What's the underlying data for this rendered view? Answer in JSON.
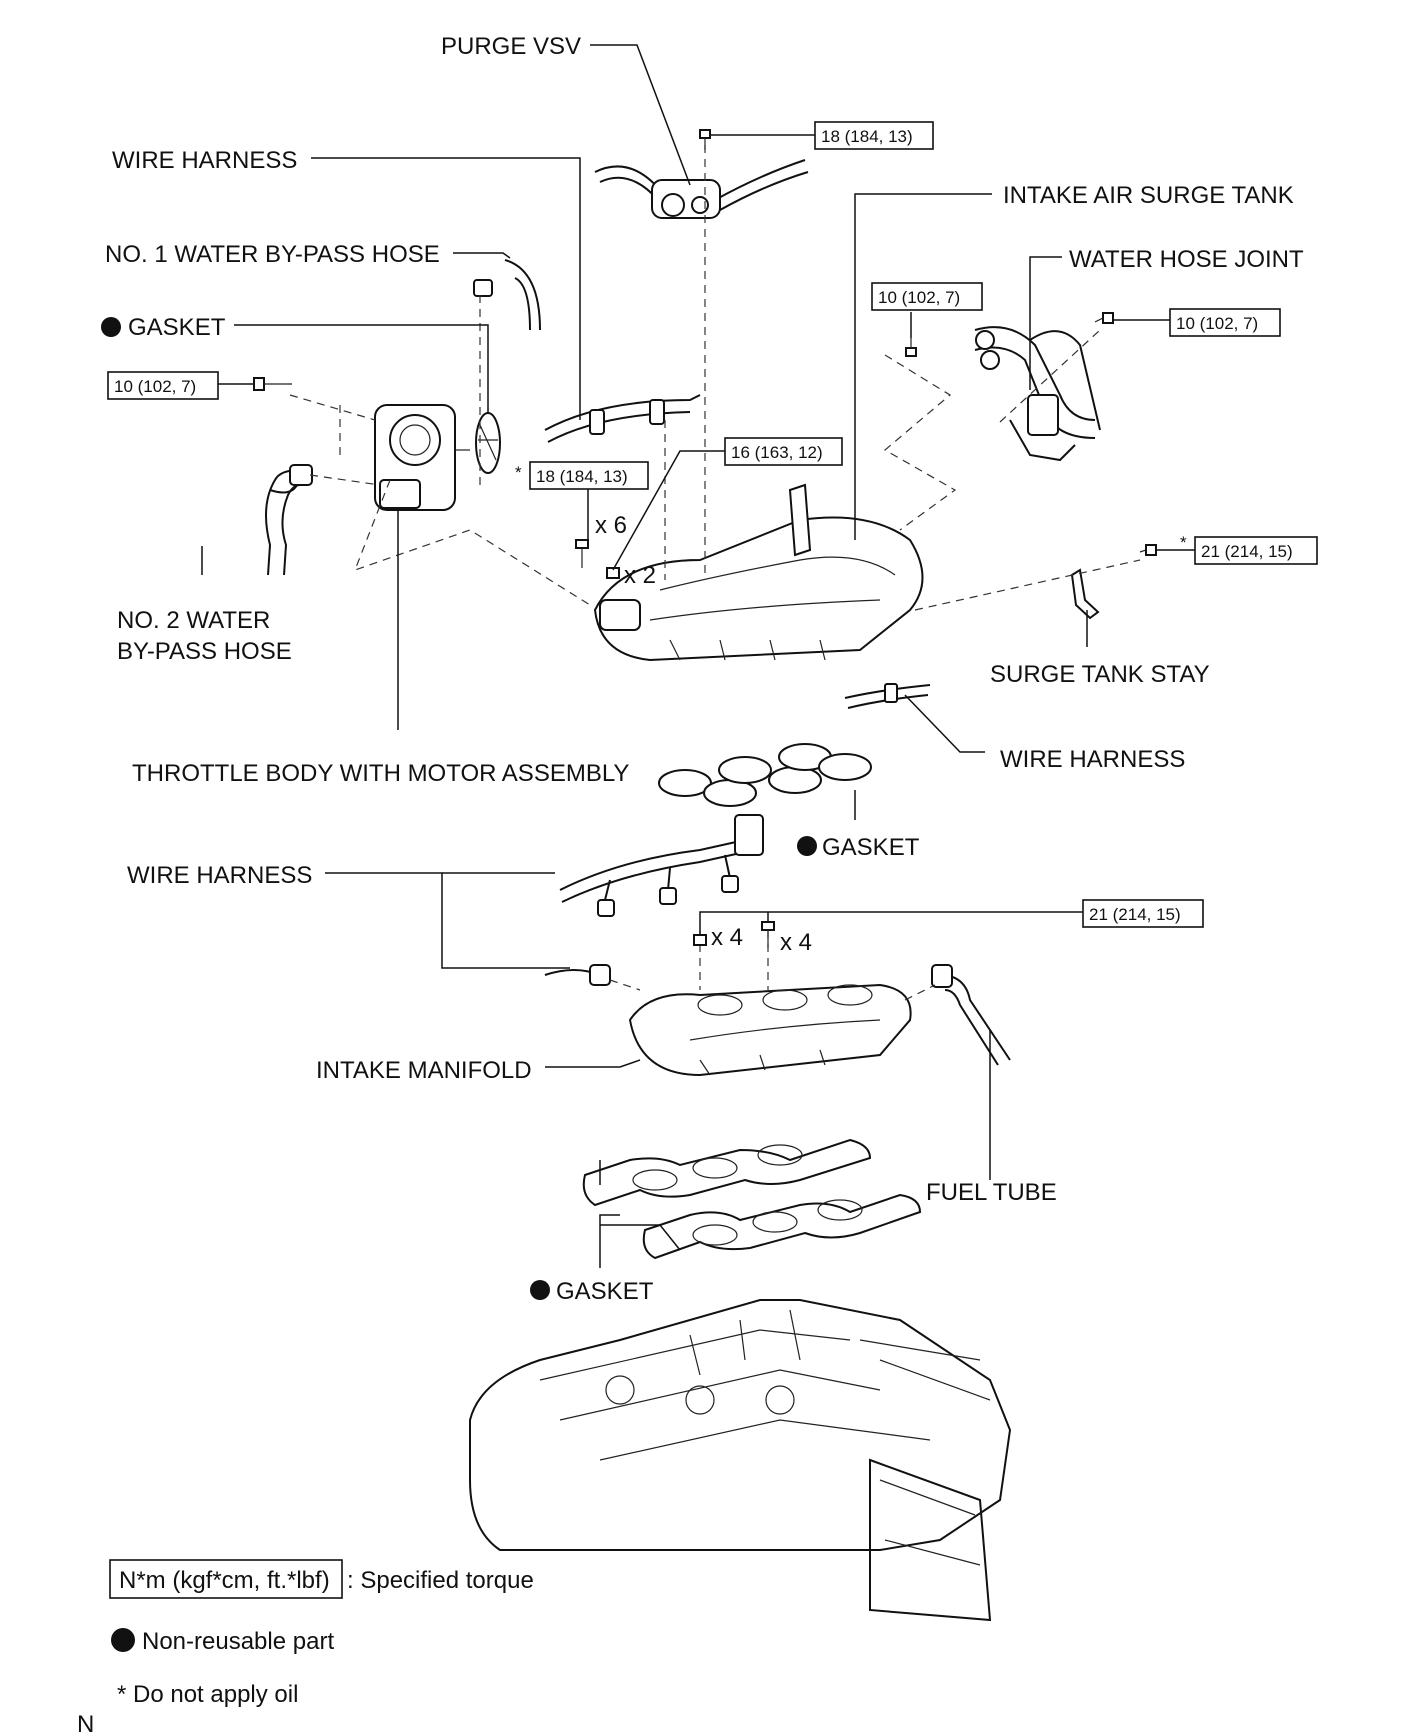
{
  "labels": {
    "purge_vsv": "PURGE VSV",
    "wire_harness_top": "WIRE HARNESS",
    "intake_air_surge_tank": "INTAKE AIR SURGE TANK",
    "water_hose_joint": "WATER HOSE JOINT",
    "no1_water_bypass_hose": "NO. 1 WATER BY-PASS HOSE",
    "gasket_throttle": "GASKET",
    "no2_water_line1": "NO. 2 WATER",
    "no2_water_line2": "BY-PASS HOSE",
    "surge_tank_stay": "SURGE TANK STAY",
    "wire_harness_right": "WIRE HARNESS",
    "throttle_body": "THROTTLE BODY WITH MOTOR ASSEMBLY",
    "gasket_surge": "GASKET",
    "wire_harness_mid": "WIRE HARNESS",
    "intake_manifold": "INTAKE MANIFOLD",
    "fuel_tube": "FUEL TUBE",
    "gasket_bottom": "GASKET"
  },
  "torques": {
    "purge_vsv": "18 (184, 13)",
    "water_joint_left": "10 (102, 7)",
    "water_joint_right": "10 (102, 7)",
    "throttle_bolt": "10 (102, 7)",
    "surge_center": "16 (163, 12)",
    "surge_bolts": "18 (184, 13)",
    "surge_stay": "21 (214, 15)",
    "manifold": "21 (214, 15)"
  },
  "markers": {
    "asterisk": "*"
  },
  "counts": {
    "surge_bolts": "x 6",
    "surge_nuts": "x 2",
    "manifold_nuts": "x 4",
    "manifold_bolts": "x 4"
  },
  "legend": {
    "torque_box": "N*m (kgf*cm, ft.*lbf)",
    "torque_text": ": Specified torque",
    "non_reusable": "Non-reusable part",
    "no_oil": "* Do not apply oil"
  },
  "corner_mark": "N"
}
